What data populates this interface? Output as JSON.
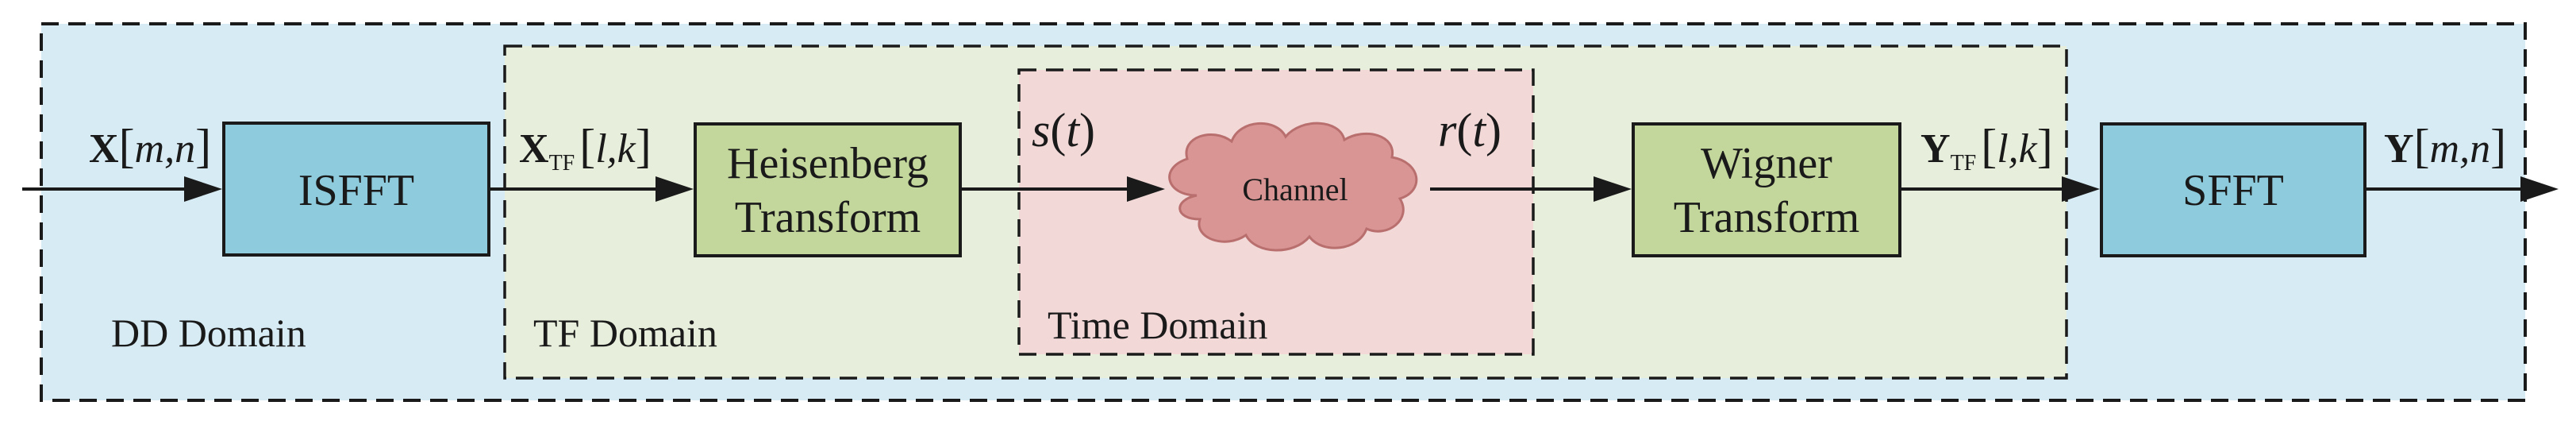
{
  "domains": {
    "dd": "DD Domain",
    "tf": "TF Domain",
    "time": "Time Domain"
  },
  "blocks": {
    "isfft": "ISFFT",
    "heisenberg_line1": "Heisenberg",
    "heisenberg_line2": "Transform",
    "channel": "Channel",
    "wigner_line1": "Wigner",
    "wigner_line2": "Transform",
    "sfft": "SFFT"
  },
  "signals": {
    "x_dd": {
      "symbol": "X",
      "args": "m,n"
    },
    "x_tf": {
      "symbol": "X",
      "sub": "TF",
      "args": "l,k"
    },
    "s_t": {
      "symbol": "s",
      "args": "t"
    },
    "r_t": {
      "symbol": "r",
      "args": "t"
    },
    "y_tf": {
      "symbol": "Y",
      "sub": "TF",
      "args": "l,k"
    },
    "y_dd": {
      "symbol": "Y",
      "args": "m,n"
    }
  },
  "colors": {
    "dd_fill": "#d6ebf3",
    "tf_fill": "#e7efdc",
    "time_fill": "#f2d9d8",
    "blue_block": "#8ecbdc",
    "green_block": "#c3d69b",
    "channel_fill": "#d99594",
    "stroke": "#1a1a1a"
  }
}
